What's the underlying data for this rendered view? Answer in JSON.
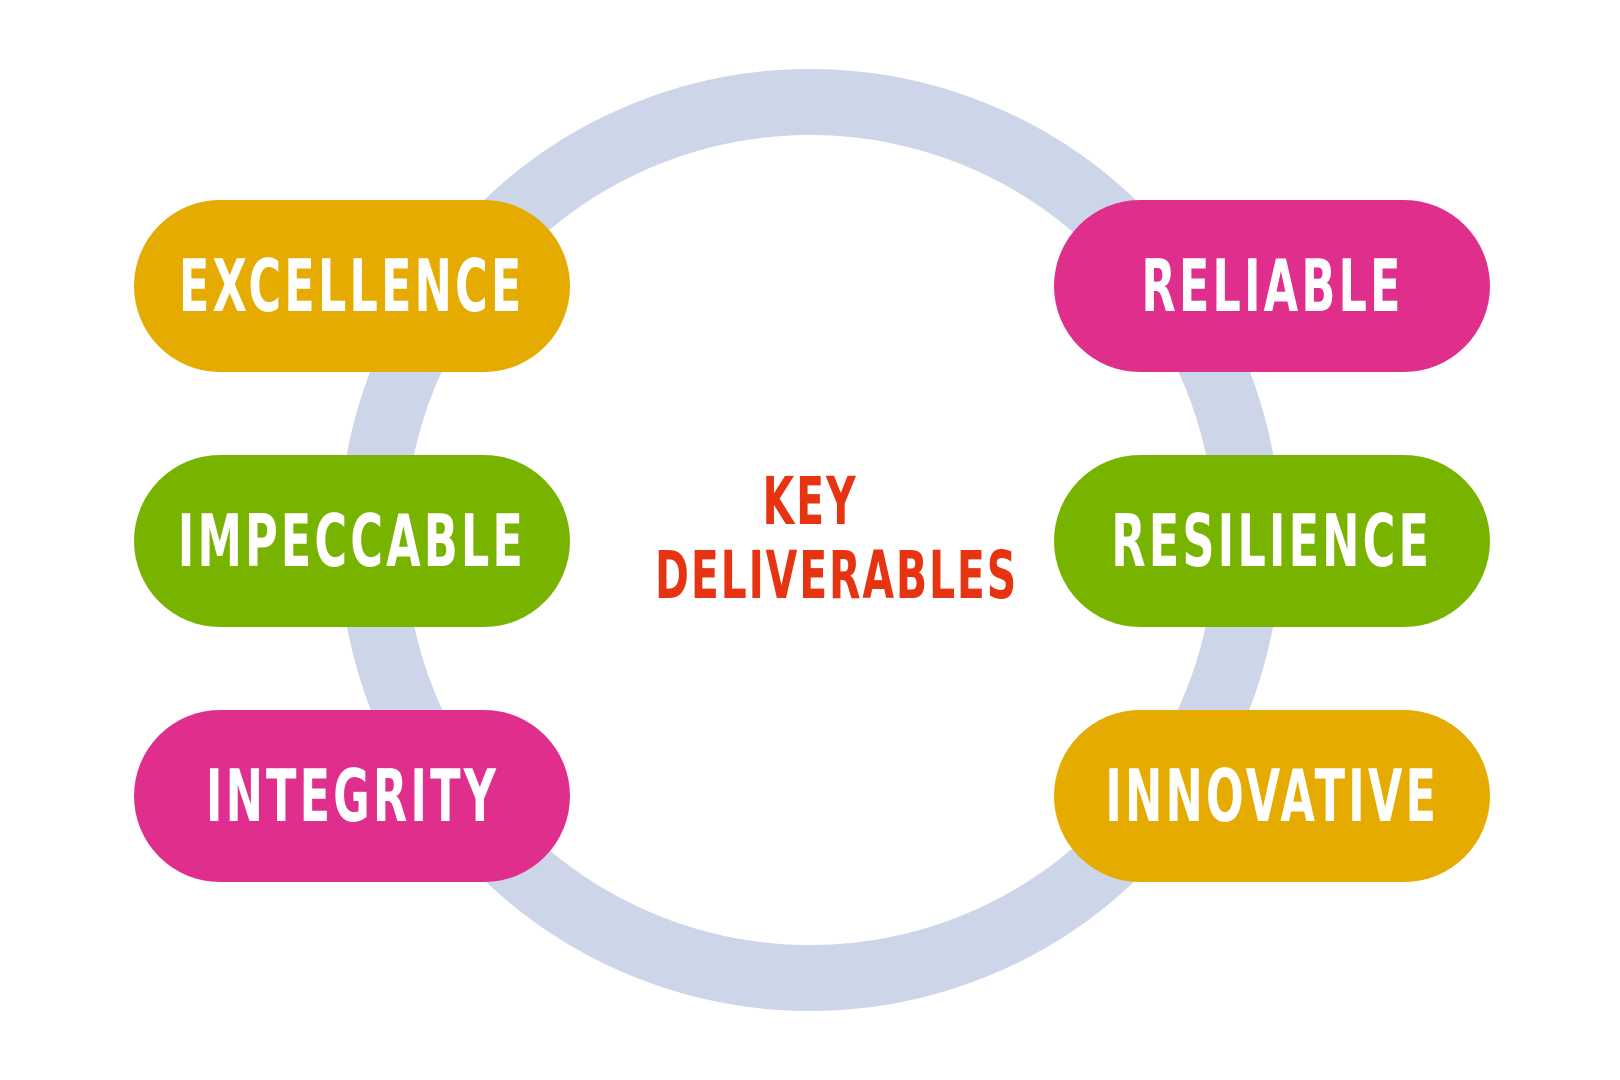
{
  "title": {
    "line1": "KEY",
    "line2": "DELIVERABLES",
    "color": "#e63312"
  },
  "ring": {
    "color": "#cdd5e8"
  },
  "items": [
    {
      "label": "EXCELLENCE",
      "color": "#e5ab00"
    },
    {
      "label": "IMPECCABLE",
      "color": "#78b300"
    },
    {
      "label": "INTEGRITY",
      "color": "#df2e8c"
    },
    {
      "label": "RELIABLE",
      "color": "#df2e8c"
    },
    {
      "label": "RESILIENCE",
      "color": "#78b300"
    },
    {
      "label": "INNOVATIVE",
      "color": "#e5ab00"
    }
  ]
}
